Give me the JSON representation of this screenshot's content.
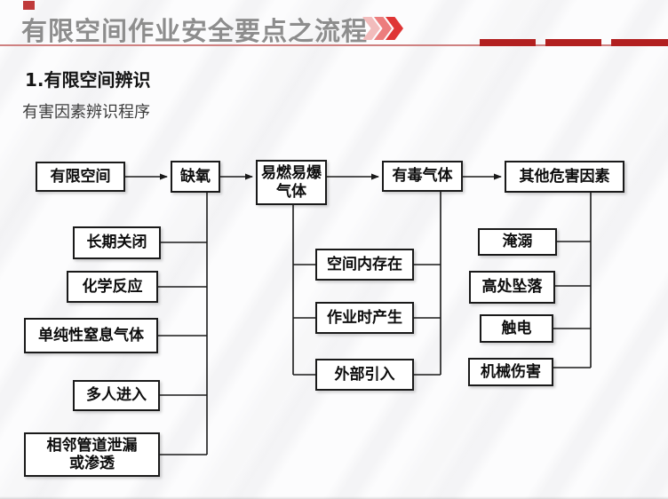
{
  "header": {
    "title": "有限空间作业安全要点之流程",
    "decor": {
      "corner_square_color": "#bf3a3a",
      "chevrons_icon": "triple-chevron-right",
      "chevron_colors": [
        "#f2bcbc",
        "#ec7d7d",
        "#df3535"
      ],
      "rule_color": "#cf8181",
      "dash_color": "#b22020"
    }
  },
  "section": {
    "heading": "1.有限空间辨识",
    "subheading": "有害因素辨识程序"
  },
  "diagram": {
    "type": "flowchart",
    "nodes": {
      "limited_space": "有限空间",
      "oxygen_deficiency": "缺氧",
      "flammable_explosive_gas": "易燃易爆\n气体",
      "toxic_gas": "有毒气体",
      "other_hazards": "其他危害因素",
      "long_term_closed": "长期关闭",
      "chemical_reaction": "化学反应",
      "simple_asphyxiant_gas": "单纯性窒息气体",
      "multiple_entrants": "多人进入",
      "adjacent_pipeline_leak": "相邻管道泄漏\n或渗透",
      "exists_in_space": "空间内存在",
      "generated_during_work": "作业时产生",
      "introduced_externally": "外部引入",
      "drowning": "淹溺",
      "fall_from_height": "高处坠落",
      "electric_shock": "触电",
      "mechanical_injury": "机械伤害"
    },
    "flow_edges": [
      [
        "limited_space",
        "oxygen_deficiency"
      ],
      [
        "oxygen_deficiency",
        "flammable_explosive_gas"
      ],
      [
        "flammable_explosive_gas",
        "toxic_gas"
      ],
      [
        "toxic_gas",
        "other_hazards"
      ]
    ],
    "branch_edges": [
      [
        "oxygen_deficiency",
        "long_term_closed"
      ],
      [
        "oxygen_deficiency",
        "chemical_reaction"
      ],
      [
        "oxygen_deficiency",
        "simple_asphyxiant_gas"
      ],
      [
        "oxygen_deficiency",
        "multiple_entrants"
      ],
      [
        "oxygen_deficiency",
        "adjacent_pipeline_leak"
      ],
      [
        "flammable_explosive_gas",
        "exists_in_space"
      ],
      [
        "flammable_explosive_gas",
        "generated_during_work"
      ],
      [
        "flammable_explosive_gas",
        "introduced_externally"
      ],
      [
        "toxic_gas",
        "exists_in_space"
      ],
      [
        "toxic_gas",
        "generated_during_work"
      ],
      [
        "toxic_gas",
        "introduced_externally"
      ],
      [
        "other_hazards",
        "drowning"
      ],
      [
        "other_hazards",
        "fall_from_height"
      ],
      [
        "other_hazards",
        "electric_shock"
      ],
      [
        "other_hazards",
        "mechanical_injury"
      ]
    ]
  }
}
